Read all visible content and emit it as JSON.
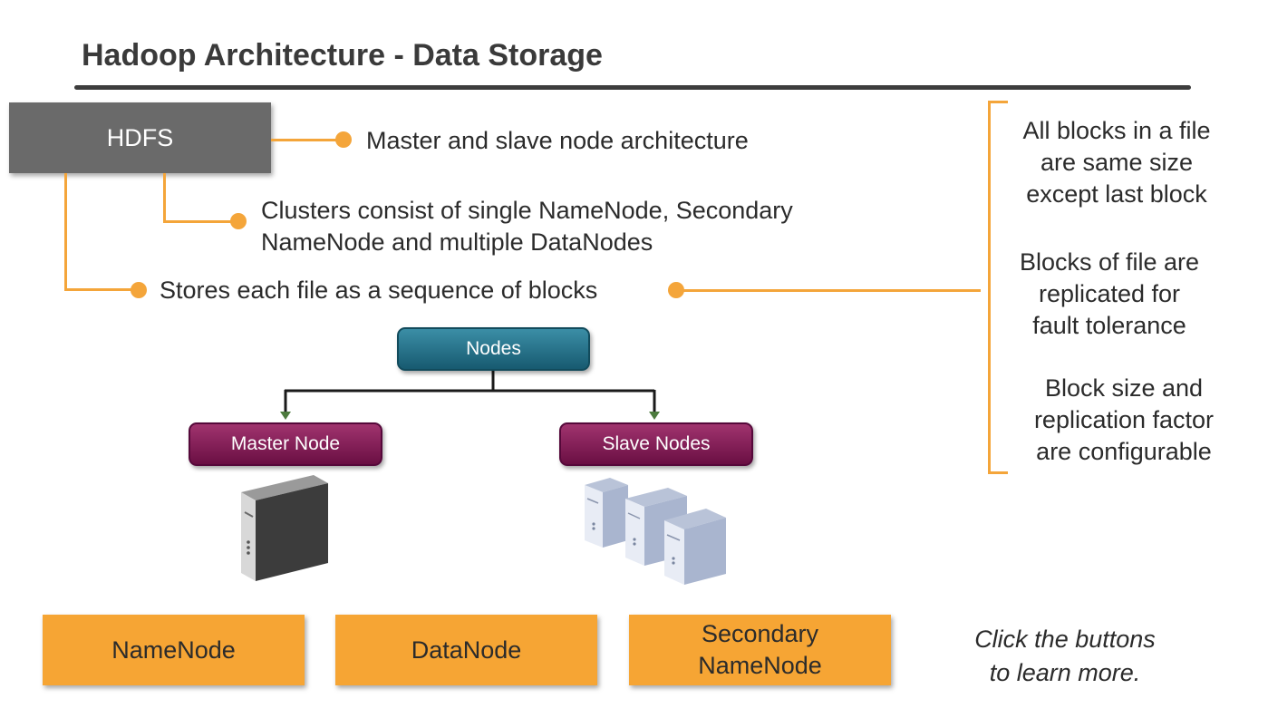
{
  "title": "Hadoop Architecture - Data Storage",
  "hdfs": {
    "label": "HDFS"
  },
  "bullets": {
    "master_slave": "Master and slave node architecture",
    "clusters_line1": "Clusters consist of single NameNode, Secondary",
    "clusters_line2": "NameNode and multiple DataNodes",
    "stores": "Stores each file as a sequence of blocks"
  },
  "side_notes": [
    {
      "lines": [
        "All blocks in a file",
        "are same size",
        "except last block"
      ]
    },
    {
      "lines": [
        "Blocks of file are",
        "replicated for",
        "fault tolerance"
      ]
    },
    {
      "lines": [
        "Block size and",
        "replication factor",
        "are configurable"
      ]
    }
  ],
  "diagram": {
    "root": "Nodes",
    "master": "Master Node",
    "slaves": "Slave Nodes"
  },
  "buttons": {
    "namenode": "NameNode",
    "datanode": "DataNode",
    "secondary_line1": "Secondary",
    "secondary_line2": "NameNode"
  },
  "hint": {
    "line1": "Click the buttons",
    "line2": "to learn more."
  },
  "colors": {
    "accent_orange": "#f4a53a",
    "hdfs_gray": "#6a6a6a",
    "nodes_teal": "#1f6c84",
    "node_magenta": "#7d1a53",
    "button_orange": "#f6a534"
  }
}
